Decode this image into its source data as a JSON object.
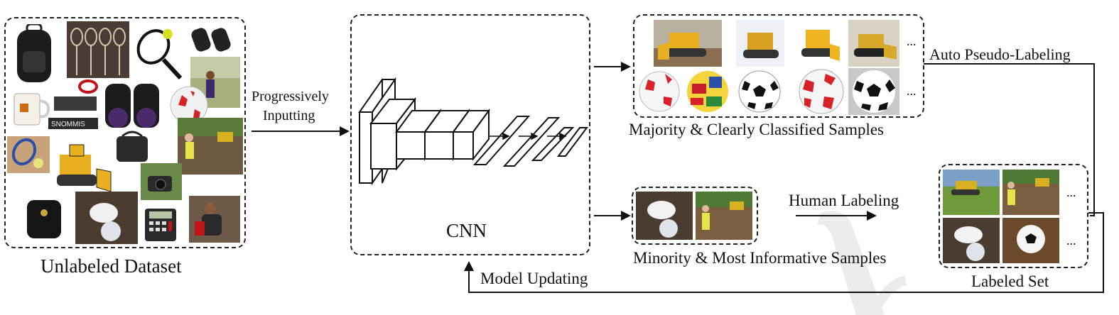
{
  "labels": {
    "unlabeled_dataset": "Unlabeled Dataset",
    "progressively_inputting_line1": "Progressively",
    "progressively_inputting_line2": "Inputting",
    "cnn": "CNN",
    "majority_samples": "Majority & Clearly Classified Samples",
    "minority_samples": "Minority & Most Informative Samples",
    "auto_pseudo_labeling": "Auto Pseudo-Labeling",
    "human_labeling": "Human Labeling",
    "labeled_set": "Labeled Set",
    "model_updating": "Model Updating",
    "ellipsis": "..."
  },
  "colors": {
    "line": "#111111",
    "dashed_border": "#222222",
    "soccer_red": "#d8222a",
    "bulldozer_yellow": "#e8b020",
    "grass_green": "#6c8a3a",
    "watermark": "#e9e9e9"
  },
  "icons": {
    "unlabeled_images": [
      "backpack",
      "rackets",
      "tennis-racket",
      "binoculars",
      "mug",
      "binoculars",
      "soccer-ball",
      "logo-card",
      "camera-bag",
      "kid-with-bulldozer",
      "bulldozer",
      "camera",
      "backpack",
      "dog-with-ball",
      "calculator",
      "girl-with-backpack"
    ],
    "majority_images": [
      "bulldozer",
      "bulldozer",
      "bulldozer",
      "bulldozer",
      "soccer-ball",
      "soccer-ball",
      "soccer-ball",
      "soccer-ball",
      "soccer-ball"
    ],
    "minority_images": [
      "dog-with-ball",
      "kid-with-bulldozer"
    ],
    "labeled_images": [
      "bulldozer-field",
      "kid-with-bulldozer",
      "dog-with-ball",
      "soccer-ball"
    ]
  }
}
